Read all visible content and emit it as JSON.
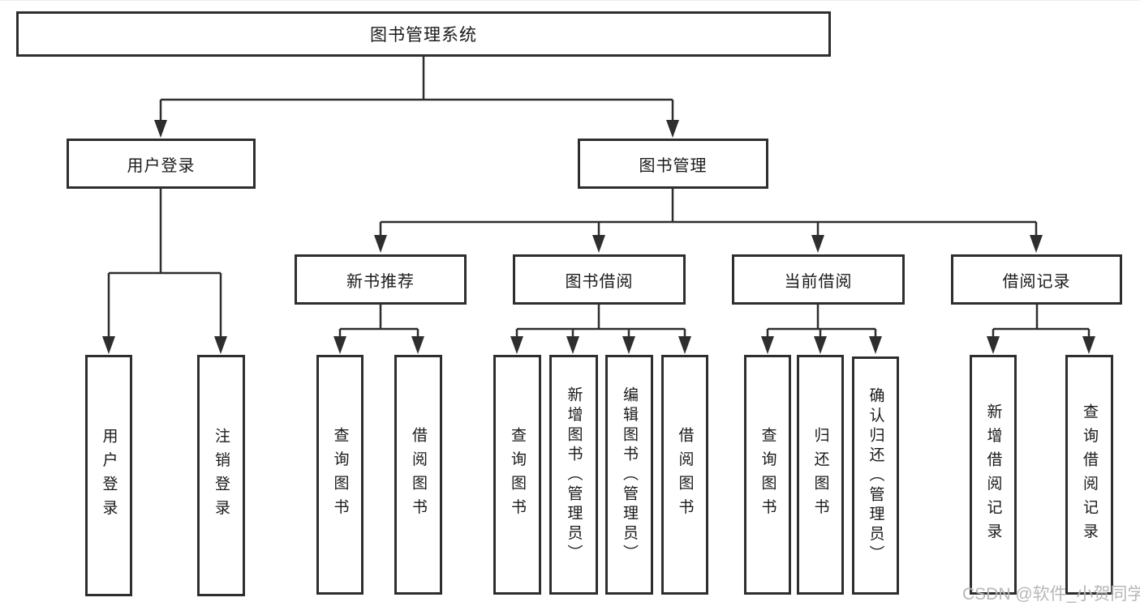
{
  "colors": {
    "line": "#2e2e2e",
    "box_border": "#2e2e2e",
    "box_fill": "#ffffff",
    "text": "#1a1a1a",
    "background": "#ffffff",
    "watermark": "#afafaf"
  },
  "watermark": {
    "text": "CSDN @软件_小贺同学"
  },
  "tree": {
    "root": {
      "label": "图书管理系统",
      "children": [
        {
          "label": "用户登录",
          "children": [
            {
              "label": "用户登录"
            },
            {
              "label": "注销登录"
            }
          ]
        },
        {
          "label": "图书管理",
          "children": [
            {
              "label": "新书推荐",
              "children": [
                {
                  "label": "查询图书"
                },
                {
                  "label": "借阅图书"
                }
              ]
            },
            {
              "label": "图书借阅",
              "children": [
                {
                  "label": "查询图书"
                },
                {
                  "label": "新增图书（管理员）"
                },
                {
                  "label": "编辑图书（管理员）"
                },
                {
                  "label": "借阅图书"
                }
              ]
            },
            {
              "label": "当前借阅",
              "children": [
                {
                  "label": "查询图书"
                },
                {
                  "label": "归还图书"
                },
                {
                  "label": "确认归还（管理员）"
                }
              ]
            },
            {
              "label": "借阅记录",
              "children": [
                {
                  "label": "新增借阅记录"
                },
                {
                  "label": "查询借阅记录"
                }
              ]
            }
          ]
        }
      ]
    }
  }
}
